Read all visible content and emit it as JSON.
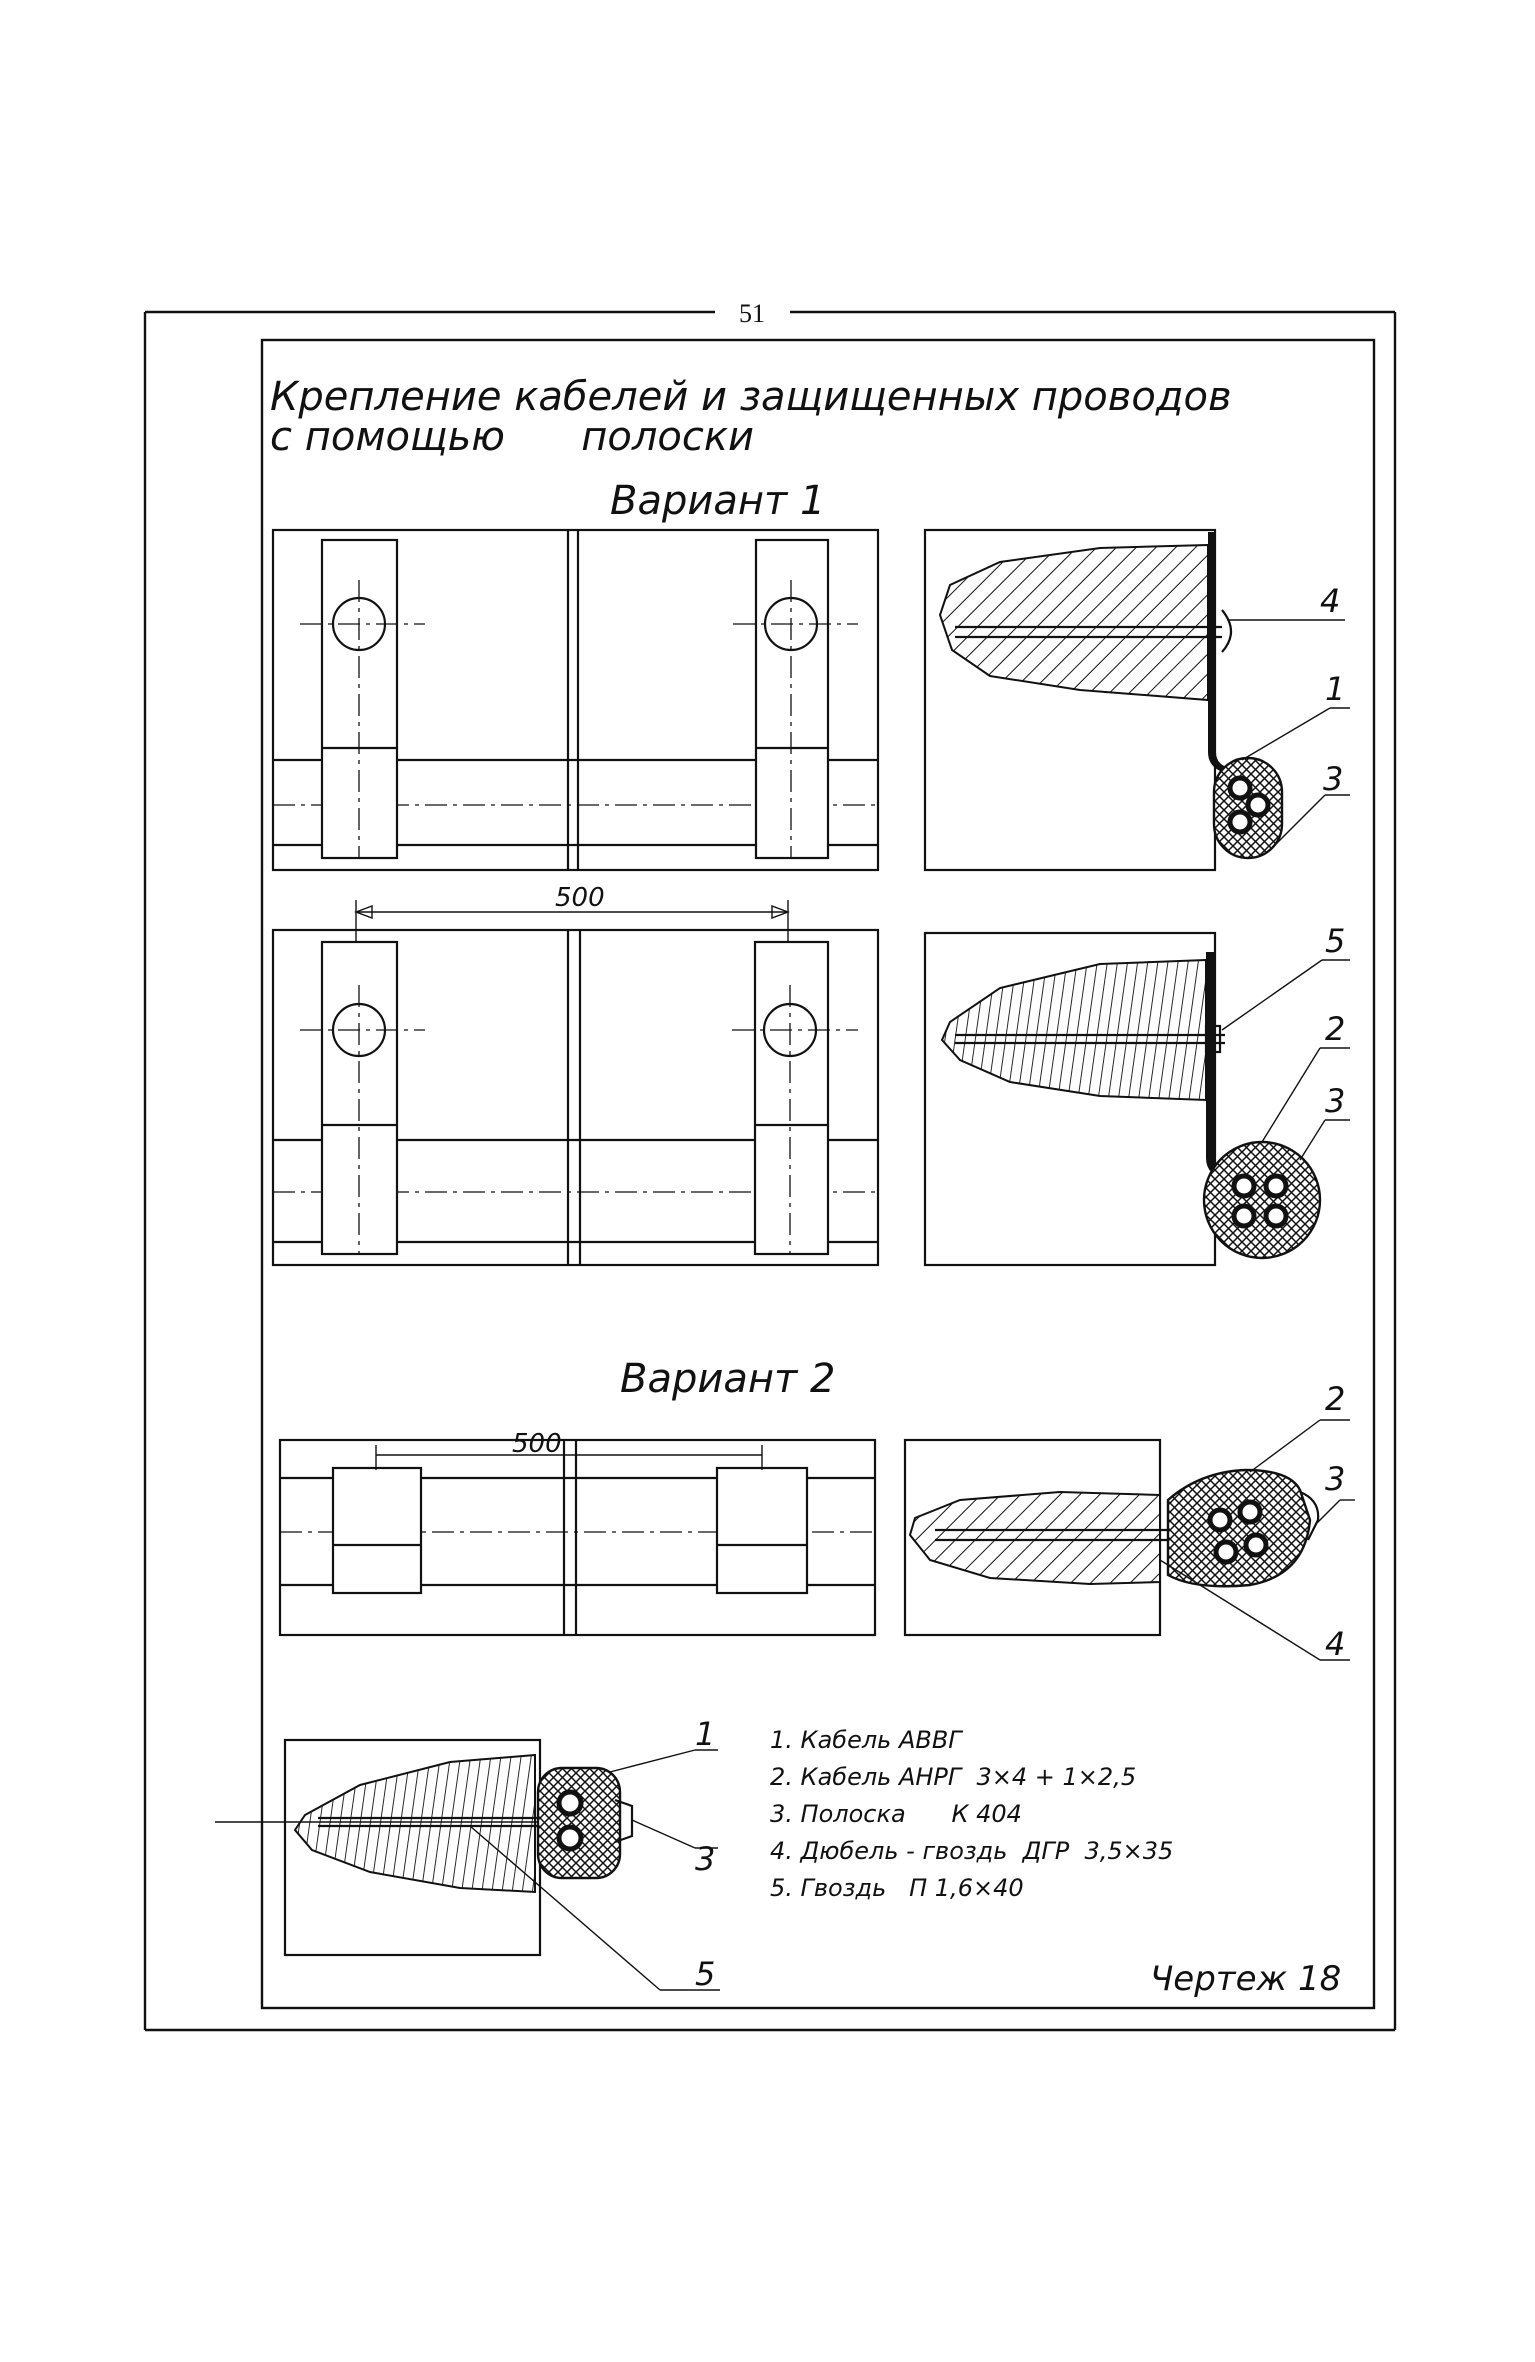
{
  "page_number": "51",
  "title": {
    "line1": "Крепление кабелей и защищенных проводов",
    "line2": "с помощью      полоски"
  },
  "variant1_label": "Вариант 1",
  "variant2_label": "Вариант 2",
  "dimensions": {
    "spacing_v1": "500",
    "spacing_v2": "500"
  },
  "callouts": {
    "v1_top": [
      "4",
      "1",
      "3"
    ],
    "v1_bottom": [
      "5",
      "2",
      "3"
    ],
    "v2": [
      "2",
      "3",
      "4"
    ],
    "bottom": [
      "1",
      "3",
      "5"
    ]
  },
  "legend": [
    "1. Кабель АВВГ",
    "2. Кабель АНРГ  3×4 + 1×2,5",
    "3. Полоска      К 404",
    "4. Дюбель - гвоздь  ДГР  3,5×35",
    "5. Гвоздь   П 1,6×40"
  ],
  "drawing_number": "Чертеж 18",
  "colors": {
    "ink": "#111111",
    "paper": "#ffffff"
  }
}
